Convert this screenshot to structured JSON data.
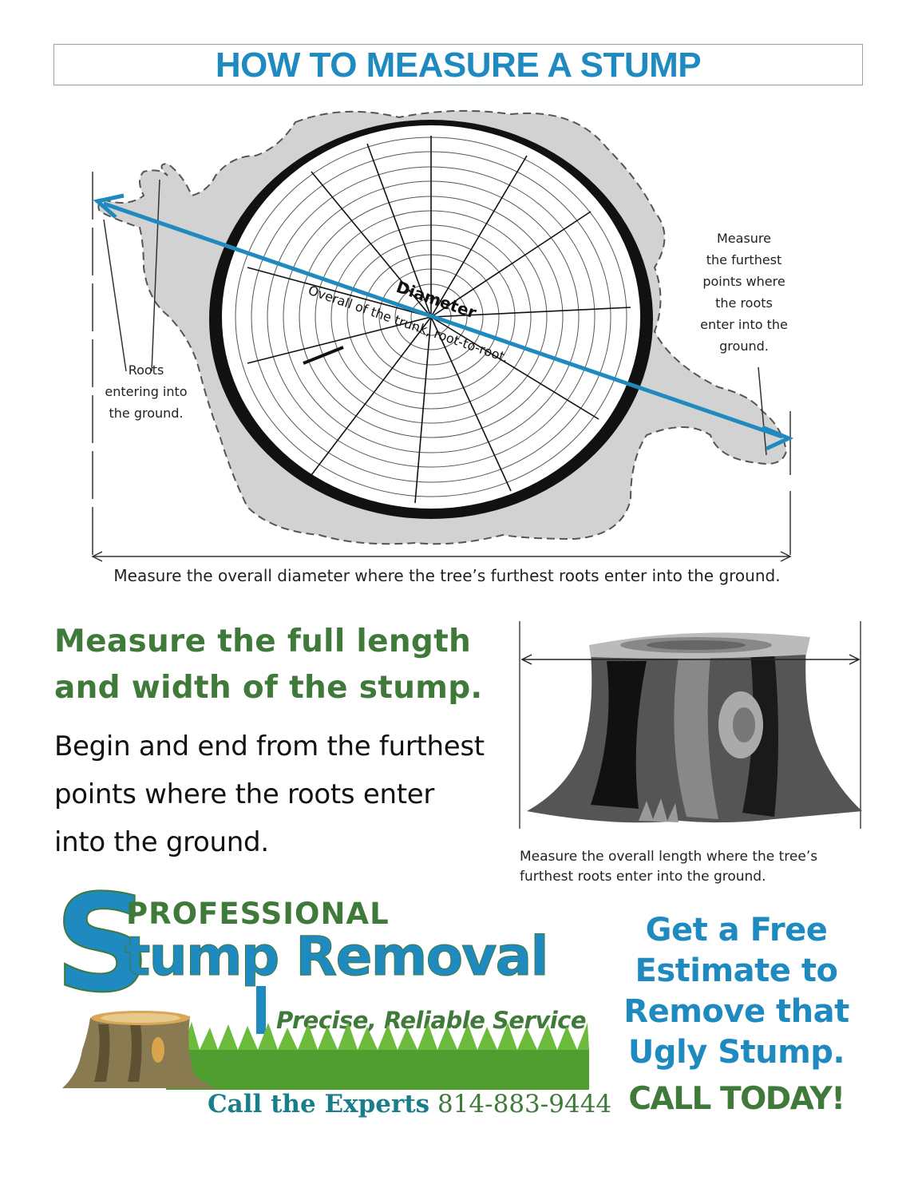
{
  "title": "HOW TO MEASURE A STUMP",
  "diagram": {
    "arrow_label": "Diameter",
    "arrow_sublabel": "Overall of the trunk, root-to-root.",
    "left_callout": [
      "Roots",
      "entering into",
      "the ground."
    ],
    "right_callout": [
      "Measure",
      "the furthest",
      "points where",
      "the roots",
      "enter into the",
      "ground."
    ],
    "caption": "Measure the overall diameter where the tree’s furthest roots enter into the ground.",
    "arrow_color": "#1e8ac0"
  },
  "measure_section": {
    "heading_line1": "Measure the full length",
    "heading_line2": "and width of the stump.",
    "body_line1": "Begin and end from the furthest",
    "body_line2": "points where the roots enter",
    "body_line3": "into the ground.",
    "heading_color": "#3f7a3a"
  },
  "stump_figure": {
    "caption_line1": "Measure the overall length where the tree’s",
    "caption_line2": "furthest roots enter into the ground."
  },
  "logo": {
    "big_letter": "S",
    "professional": "PROFESSIONAL",
    "name_rest": "tump Removal",
    "tagline": "Precise, Reliable Service",
    "call_text": "Call the Experts",
    "phone": "814-883-9444",
    "blue": "#1e8ac0",
    "green": "#3f7a3a"
  },
  "cta": {
    "lines": [
      "Get a Free",
      "Estimate to",
      "Remove that",
      "Ugly Stump."
    ],
    "call_today": "CALL TODAY!"
  }
}
